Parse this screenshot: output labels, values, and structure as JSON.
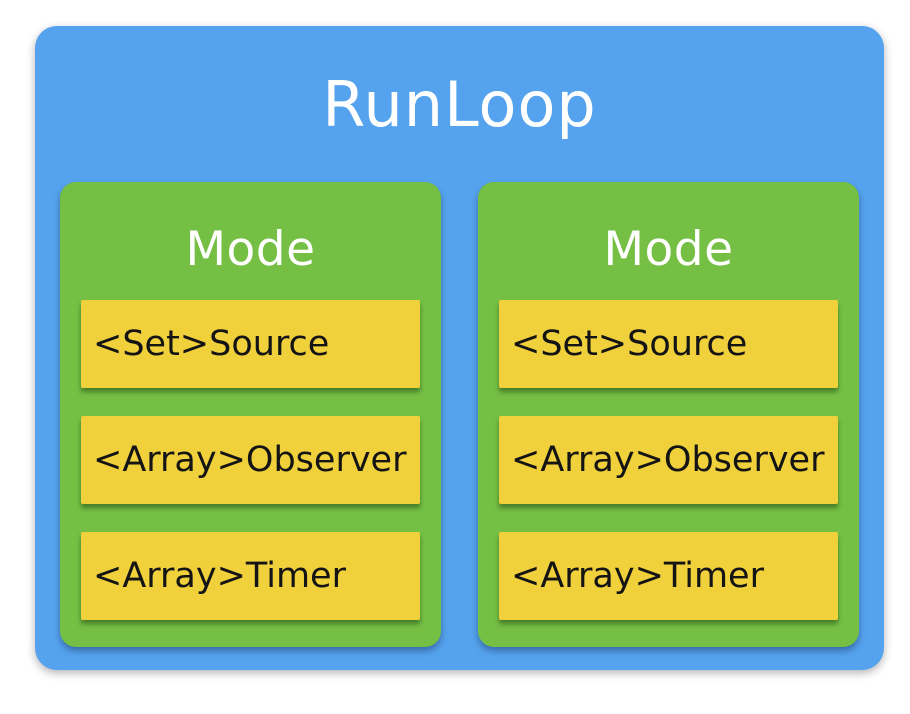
{
  "diagram": {
    "title": "RunLoop",
    "colors": {
      "blue": "#55a3ee",
      "green": "#74bf44",
      "yellow": "#f0d03b",
      "title_text": "#ffffff",
      "item_text": "#141414"
    },
    "modes": [
      {
        "title": "Mode",
        "items": [
          "<Set>Source",
          "<Array>Observer",
          "<Array>Timer"
        ]
      },
      {
        "title": "Mode",
        "items": [
          "<Set>Source",
          "<Array>Observer",
          "<Array>Timer"
        ]
      }
    ]
  }
}
